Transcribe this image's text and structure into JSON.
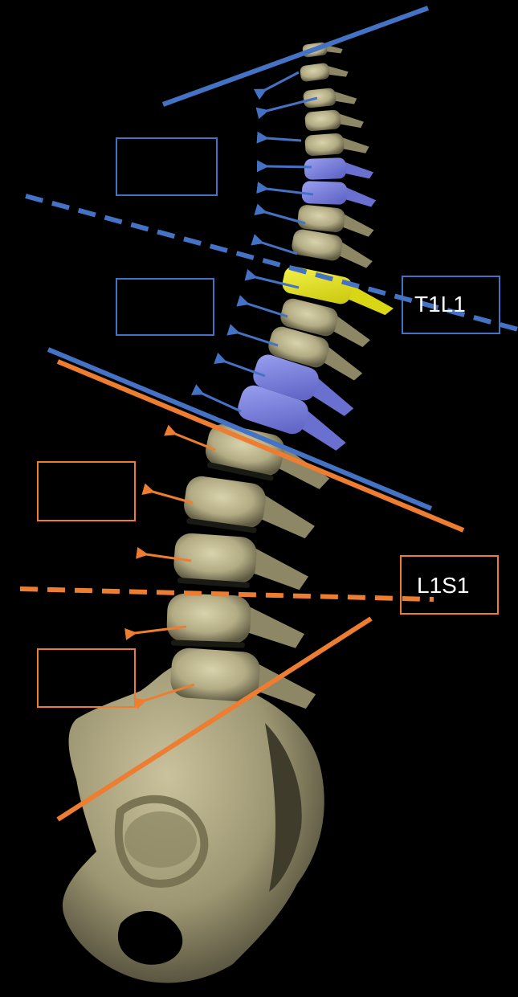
{
  "colors": {
    "background": "#000000",
    "bone": "#c8c19a",
    "bone_shadow": "#6e6a4f",
    "disc_dark": "#1a1a14",
    "blue_vertebra": "#7f86e0",
    "yellow_vertebra": "#e6e620",
    "blue_line": "#4472c4",
    "orange_line": "#ed7d31",
    "label_text": "#ffffff"
  },
  "labels": {
    "thoracolumbar": "T1L1",
    "lumbosacral": "L1S1"
  },
  "placeholder_boxes": {
    "blue": [
      "empty-box",
      "empty-box"
    ],
    "orange": [
      "empty-box",
      "empty-box"
    ]
  }
}
